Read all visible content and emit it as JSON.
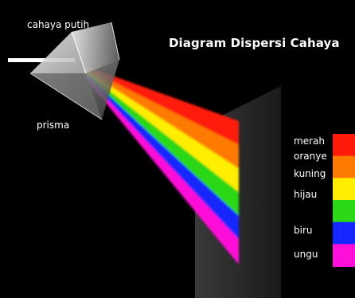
{
  "diagram": {
    "title": "Diagram Dispersi Cahaya",
    "white_light_label": "cahaya putih",
    "prism_label": "prisma",
    "spectrum": [
      {
        "name": "merah",
        "color": "#ff1a0a"
      },
      {
        "name": "oranye",
        "color": "#ff7a00"
      },
      {
        "name": "kuning",
        "color": "#ffee00"
      },
      {
        "name": "hijau",
        "color": "#2bd815"
      },
      {
        "name": "biru",
        "color": "#1626ff"
      },
      {
        "name": "ungu",
        "color": "#ff10d8"
      }
    ]
  }
}
